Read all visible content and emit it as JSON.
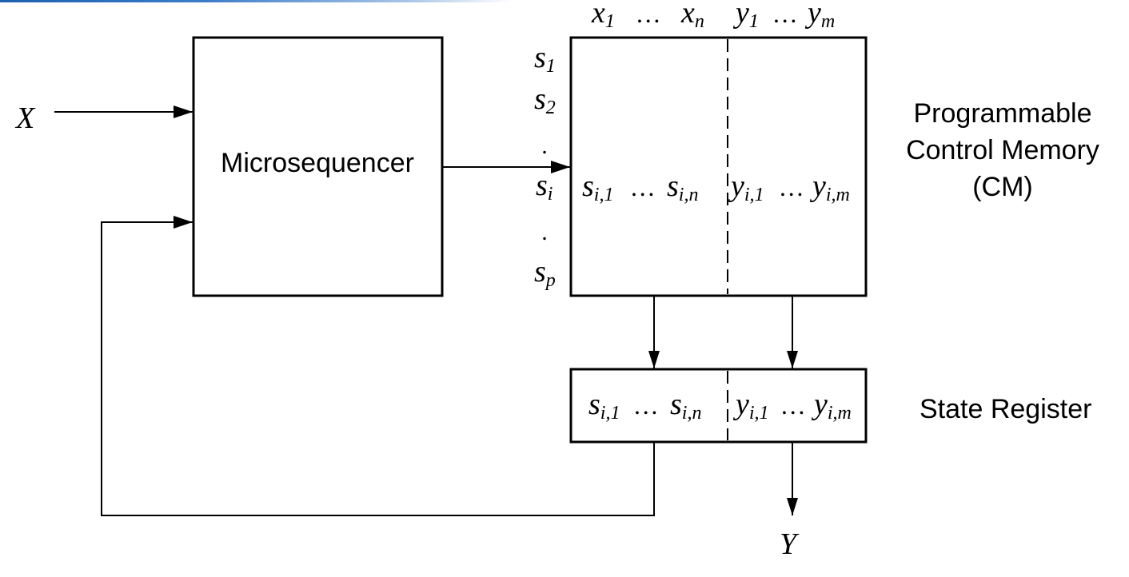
{
  "diagram": {
    "input_label": "X",
    "output_label": "Y",
    "microsequencer": {
      "label": "Microsequencer"
    },
    "control_memory": {
      "label_lines": [
        "Programmable",
        "Control Memory",
        "(CM)"
      ],
      "column_headers": {
        "x_first": "x",
        "x_first_sub": "1",
        "x_dots": "…",
        "x_last": "x",
        "x_last_sub": "n",
        "y_first": "y",
        "y_first_sub": "1",
        "y_dots": "…",
        "y_last": "y",
        "y_last_sub": "m"
      },
      "row_labels": [
        {
          "base": "s",
          "sub": "1"
        },
        {
          "base": "s",
          "sub": "2"
        },
        {
          "base": ".",
          "sub": ""
        },
        {
          "base": "s",
          "sub": "i"
        },
        {
          "base": ".",
          "sub": ""
        },
        {
          "base": "s",
          "sub": "p"
        }
      ],
      "row_content": {
        "left": {
          "a": "s",
          "a_sub": "i,1",
          "dots": "…",
          "b": "s",
          "b_sub": "i,n"
        },
        "right": {
          "a": "y",
          "a_sub": "i,1",
          "dots": "…",
          "b": "y",
          "b_sub": "i,m"
        }
      }
    },
    "state_register": {
      "label": "State Register",
      "content": {
        "left": {
          "a": "s",
          "a_sub": "i,1",
          "dots": "…",
          "b": "s",
          "b_sub": "i,n"
        },
        "right": {
          "a": "y",
          "a_sub": "i,1",
          "dots": "…",
          "b": "y",
          "b_sub": "i,m"
        }
      }
    }
  }
}
